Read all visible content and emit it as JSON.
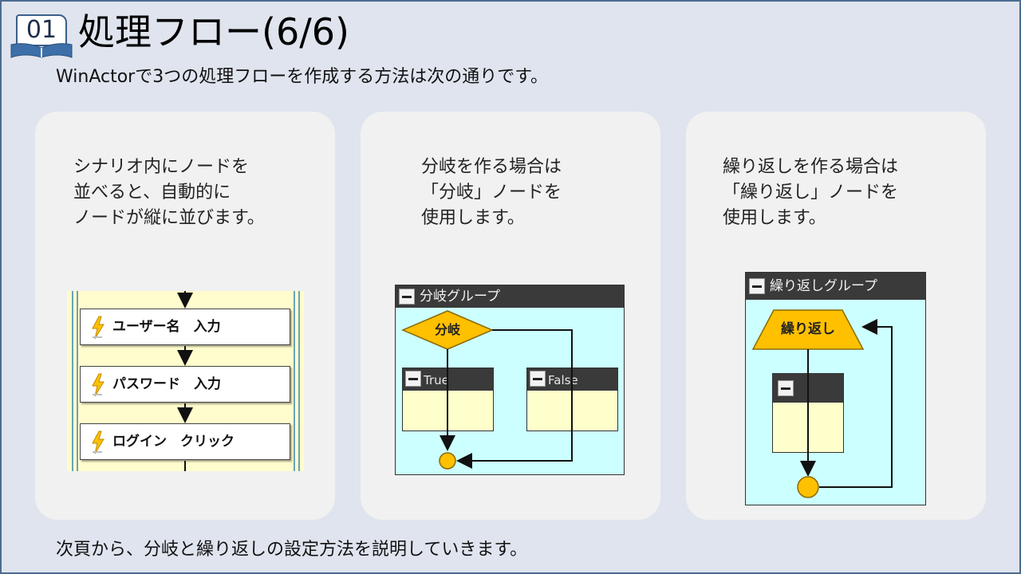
{
  "slide": {
    "badge_number": "01",
    "title": "処理フロー(6/6)",
    "subtitle": "WinActorで3つの処理フローを作成する方法は次の通りです。",
    "footer": "次頁から、分岐と繰り返しの設定方法を説明していきます。"
  },
  "panels": [
    {
      "text": "シナリオ内にノードを\n並べると、自動的に\nノードが縦に並びます。",
      "nodes": [
        "ユーザー名　入力",
        "パスワード　入力",
        "ログイン　クリック"
      ]
    },
    {
      "text": "分岐を作る場合は\n「分岐」ノードを\n使用します。",
      "group_title": "分岐グループ",
      "diamond_label": "分岐",
      "true_label": "True",
      "false_label": "False"
    },
    {
      "text": "繰り返しを作る場合は\n「繰り返し」ノードを\n使用します。",
      "group_title": "繰り返しグループ",
      "trapezoid_label": "繰り返し"
    }
  ],
  "colors": {
    "background": "#dfe4ee",
    "panel": "#f1f1f1",
    "group_fill": "#ccffff",
    "node_fill": "#ffffcc",
    "accent_orange": "#ffc000",
    "header_dark": "#3a3a3a"
  }
}
